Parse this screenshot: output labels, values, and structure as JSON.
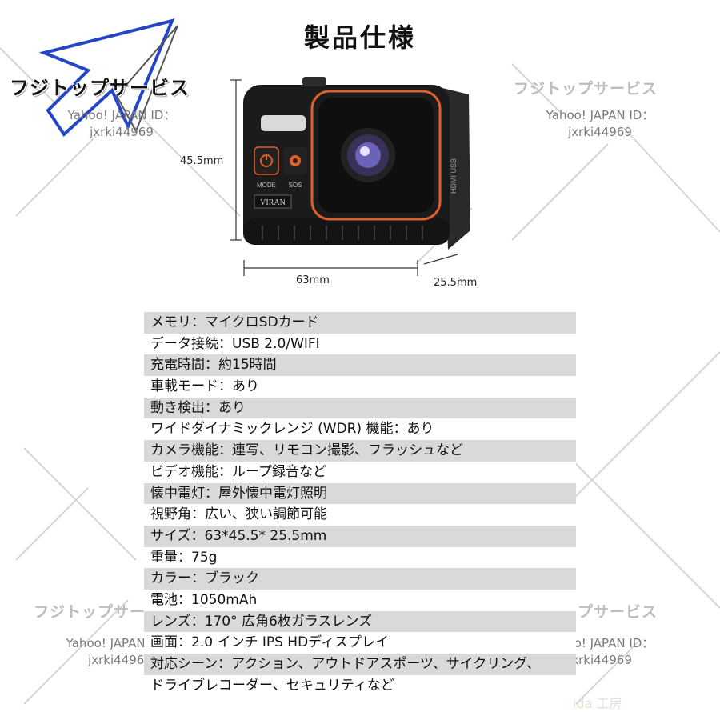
{
  "page": {
    "title": "製品仕様"
  },
  "watermark": {
    "brand": "フジトップサービス",
    "yahoo_label": "Yahoo! JAPAN ID：",
    "yahoo_id": "jxrki44969",
    "faint_text": "ida 工房"
  },
  "camera": {
    "brand": "VIRAN",
    "mode_label": "MODE",
    "sos_label": "SOS",
    "side_label": "HDMI USB",
    "height_label": "45.5mm",
    "width_label": "63mm",
    "depth_label": "25.5mm"
  },
  "specs": [
    "メモリ：マイクロSDカード",
    "データ接続：USB 2.0/WIFI",
    "充電時間：約15時間",
    "車載モード：あり",
    "動き検出：あり",
    "ワイドダイナミックレンジ (WDR) 機能：あり",
    "カメラ機能：連写、リモコン撮影、フラッシュなど",
    "ビデオ機能：ループ録音など",
    "懐中電灯：屋外懐中電灯照明",
    "視野角：広い、狭い調節可能",
    "サイズ：63*45.5* 25.5mm",
    "重量：75g",
    "カラー：ブラック",
    "電池：1050mAh",
    "レンズ：170° 広角6枚ガラスレンズ",
    "画面：2.0 インチ IPS HDディスプレイ",
    "対応シーン：アクション、アウトドアスポーツ、サイクリング、",
    "ドライブレコーダー、セキュリティなど"
  ]
}
